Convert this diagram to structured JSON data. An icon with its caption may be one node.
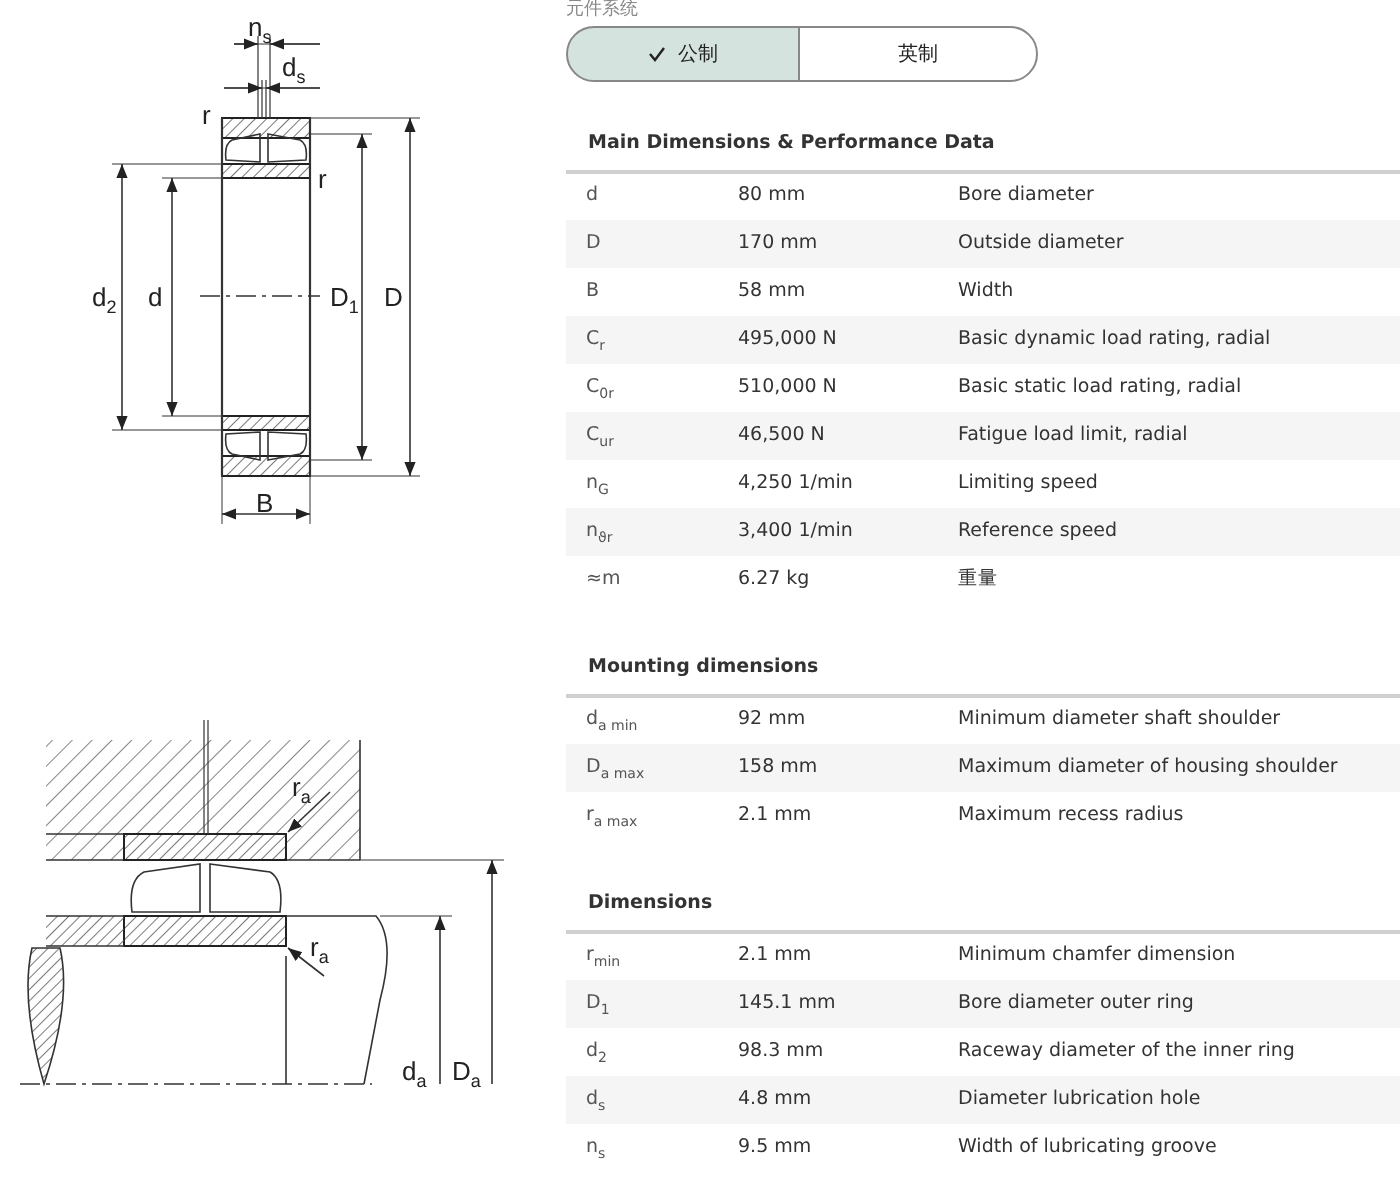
{
  "diagram": {
    "labels": [
      "元件系统",
      "公制",
      "英制",
      "Main Dimensions & Performance Data",
      "d",
      "80 mm",
      "Bore diameter",
      "D",
      "170 mm",
      "Outside diameter",
      "B",
      "58 mm",
      "Width",
      "C$_{r}$",
      "495,000 N",
      "Basic dynamic load rating, radial",
      "C$_{0r}$",
      "510,000 N",
      "Basic static load rating, radial",
      "C$_{ur}$",
      "46,500 N",
      "Fatigue load limit, radial",
      "n$_{G}$",
      "4,250 1/min",
      "Limiting speed",
      "n$_{ϑr}$",
      "3,400 1/min",
      "Reference speed",
      "≈m",
      "6.27 kg",
      "重量",
      "Mounting dimensions",
      "d$_{a min}$",
      "92 mm",
      "Minimum diameter shaft shoulder",
      "D$_{a max}$",
      "158 mm",
      "Maximum diameter of housing shoulder",
      "r$_{a max}$",
      "2.1 mm",
      "Maximum recess radius",
      "Dimensions",
      "r$_{min}$",
      "2.1 mm",
      "Minimum chamfer dimension",
      "D$_{1}$",
      "145.1 mm",
      "Bore diameter outer ring",
      "d$_{2}$",
      "98.3 mm",
      "Raceway diameter of the inner ring",
      "d$_{s}$",
      "4.8 mm",
      "Diameter lubrication hole",
      "n$_{s}$",
      "9.5 mm",
      "Width of lubricating groove",
      "n$_{s}$",
      "d$_{s}$",
      "r",
      "r",
      "d$_{2}$",
      "d",
      "D$_{1}$",
      "D",
      "B",
      "r$_{a}$",
      "r$_{a}$",
      "d$_{a}$",
      "D$_{a}$"
    ]
  }
}
